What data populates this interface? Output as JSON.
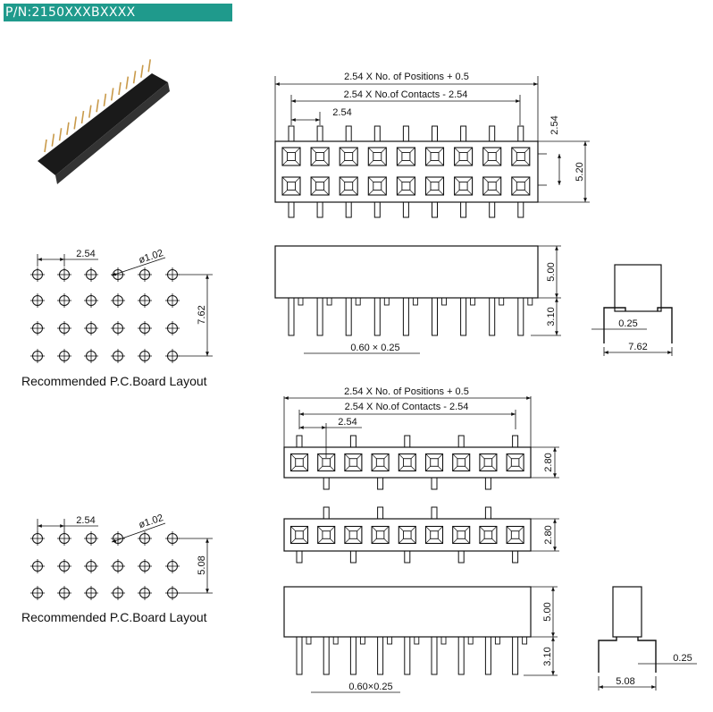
{
  "header": {
    "part_number": "P/N:2150XXXBXXXX"
  },
  "top_view": {
    "dim_positions": "2.54 X No. of Positions + 0.5",
    "dim_contacts": "2.54 X No.of Contacts - 2.54",
    "dim_pitch": "2.54",
    "dim_row_pitch": "2.54",
    "dim_height": "5.20"
  },
  "side_view": {
    "dim_body": "5.00",
    "dim_pin": "3.10",
    "dim_pin_size": "0.60  ×  0.25"
  },
  "end_view": {
    "dim_pin_thickness": "0.25",
    "dim_width": "7.62"
  },
  "pcb_layout_1": {
    "dim_pitch": "2.54",
    "dim_hole": "ø1.02",
    "dim_row": "7.62",
    "caption": "Recommended P.C.Board Layout"
  },
  "pcb_layout_2": {
    "dim_pitch": "2.54",
    "dim_hole": "ø1.02",
    "dim_row": "5.08",
    "caption": "Recommended P.C.Board Layout"
  },
  "lower_top_view": {
    "dim_positions": "2.54 X No. of Positions + 0.5",
    "dim_contacts": "2.54 X No.of Contacts - 2.54",
    "dim_pitch": "2.54",
    "dim_height_a": "2.80",
    "dim_height_b": "2.80"
  },
  "lower_side_view": {
    "dim_body": "5.00",
    "dim_pin": "3.10",
    "dim_pin_size": "0.60×0.25"
  },
  "lower_end_view": {
    "dim_pin_thickness": "0.25",
    "dim_width": "5.08"
  }
}
